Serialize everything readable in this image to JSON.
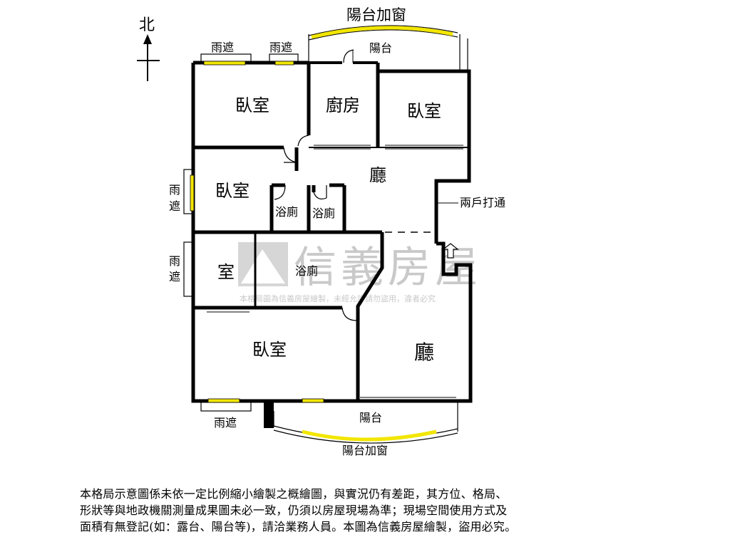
{
  "compass": {
    "label": "北"
  },
  "rooms": {
    "bedroom_nw": "臥室",
    "kitchen": "廚房",
    "bedroom_ne": "臥室",
    "living_upper": "廳",
    "bedroom_w": "臥室",
    "bath_1": "浴廁",
    "bath_2": "浴廁",
    "room_small": "室",
    "bath_3": "浴廁",
    "bedroom_s": "臥室",
    "living_lower": "廳"
  },
  "exterior": {
    "balcony_window_top": "陽台加窗",
    "balcony_top": "陽台",
    "canopy_top_1": "雨遮",
    "canopy_top_2": "雨遮",
    "canopy_left_1_a": "雨",
    "canopy_left_1_b": "遮",
    "canopy_left_2_a": "雨",
    "canopy_left_2_b": "遮",
    "canopy_bottom": "雨遮",
    "balcony_bottom": "陽台",
    "balcony_window_bottom": "陽台加窗",
    "merged_units_note": "兩戶打通"
  },
  "watermark": {
    "brand": "信義房屋",
    "notice": "本格局圖為信義房屋繪製，未經允許請勿盜用，違者必究"
  },
  "disclaimer": {
    "line1": "本格局示意圖係未依一定比例縮小繪製之概繪圖，與實況仍有差距，其方位、格局、",
    "line2": "形狀等與地政機關測量成果圖未必一致，仍須以房屋現場為準；現場空間使用方式及",
    "line3": "面積有無登記(如：露台、陽台等)，請洽業務人員。本圖為信義房屋繪製，盜用必究。"
  },
  "colors": {
    "wall": "#000000",
    "window": "#f2e600",
    "watermark": "#c9c9c9"
  }
}
